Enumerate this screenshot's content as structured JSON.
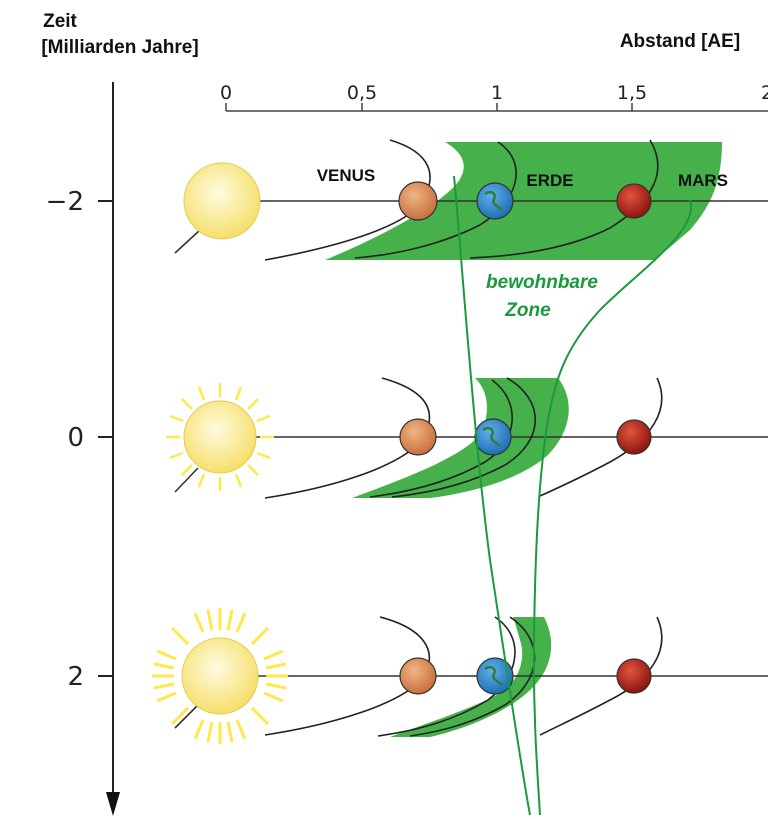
{
  "header": {
    "time_axis_title_line1": "Zeit",
    "time_axis_title_line2": "[Milliarden Jahre]",
    "distance_axis_title": "Abstand [AE]"
  },
  "distance_axis": {
    "ticks": [
      "0",
      "0,5",
      "1",
      "1,5",
      "2"
    ]
  },
  "time_axis": {
    "ticks": [
      "−2",
      "0",
      "2"
    ]
  },
  "planet_labels": {
    "venus": "VENUS",
    "earth": "ERDE",
    "mars": "MARS"
  },
  "zone_label": {
    "line1": "bewohnbare",
    "line2": "Zone"
  },
  "colors": {
    "zone_fill": "#46b14a",
    "zone_line": "#1a9a3c",
    "sun": "#f7e67a",
    "sun_rays": "#ffe84a",
    "venus": "#d98a57",
    "earth": "#2b84cc",
    "mars": "#b3201a"
  }
}
